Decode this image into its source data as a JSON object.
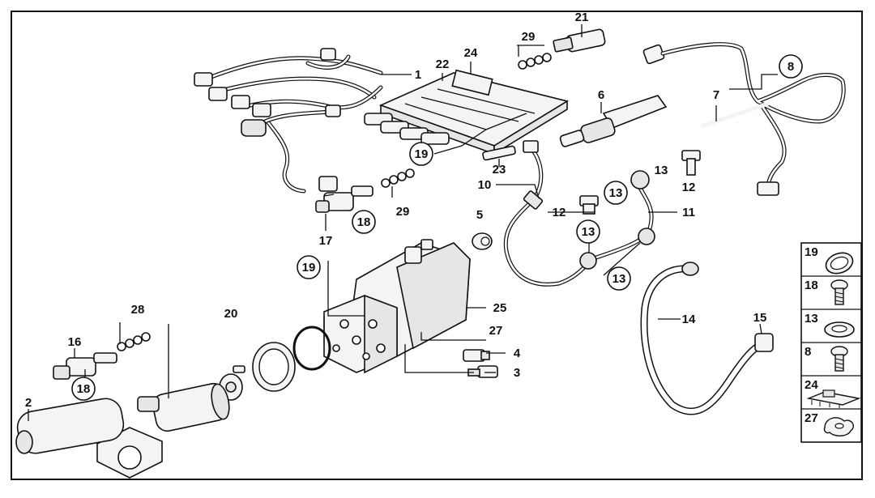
{
  "diagram": {
    "labels": [
      "1",
      "2",
      "3",
      "4",
      "5",
      "6",
      "7",
      "8",
      "10",
      "11",
      "12",
      "12",
      "13",
      "13",
      "13",
      "13",
      "14",
      "15",
      "16",
      "17",
      "18",
      "18",
      "19",
      "19",
      "20",
      "21",
      "22",
      "23",
      "24",
      "25",
      "27",
      "28",
      "29",
      "29"
    ],
    "circled": [
      "8",
      "13",
      "13",
      "13",
      "18",
      "18",
      "19",
      "19"
    ],
    "legend": [
      {
        "num": "19",
        "icon": "seal-ring-icon"
      },
      {
        "num": "18",
        "icon": "torx-bolt-icon"
      },
      {
        "num": "13",
        "icon": "sealing-washer-icon"
      },
      {
        "num": "8",
        "icon": "hex-socket-bolt-icon"
      },
      {
        "num": "24",
        "icon": "circuit-plate-icon"
      },
      {
        "num": "27",
        "icon": "clip-icon"
      }
    ]
  }
}
